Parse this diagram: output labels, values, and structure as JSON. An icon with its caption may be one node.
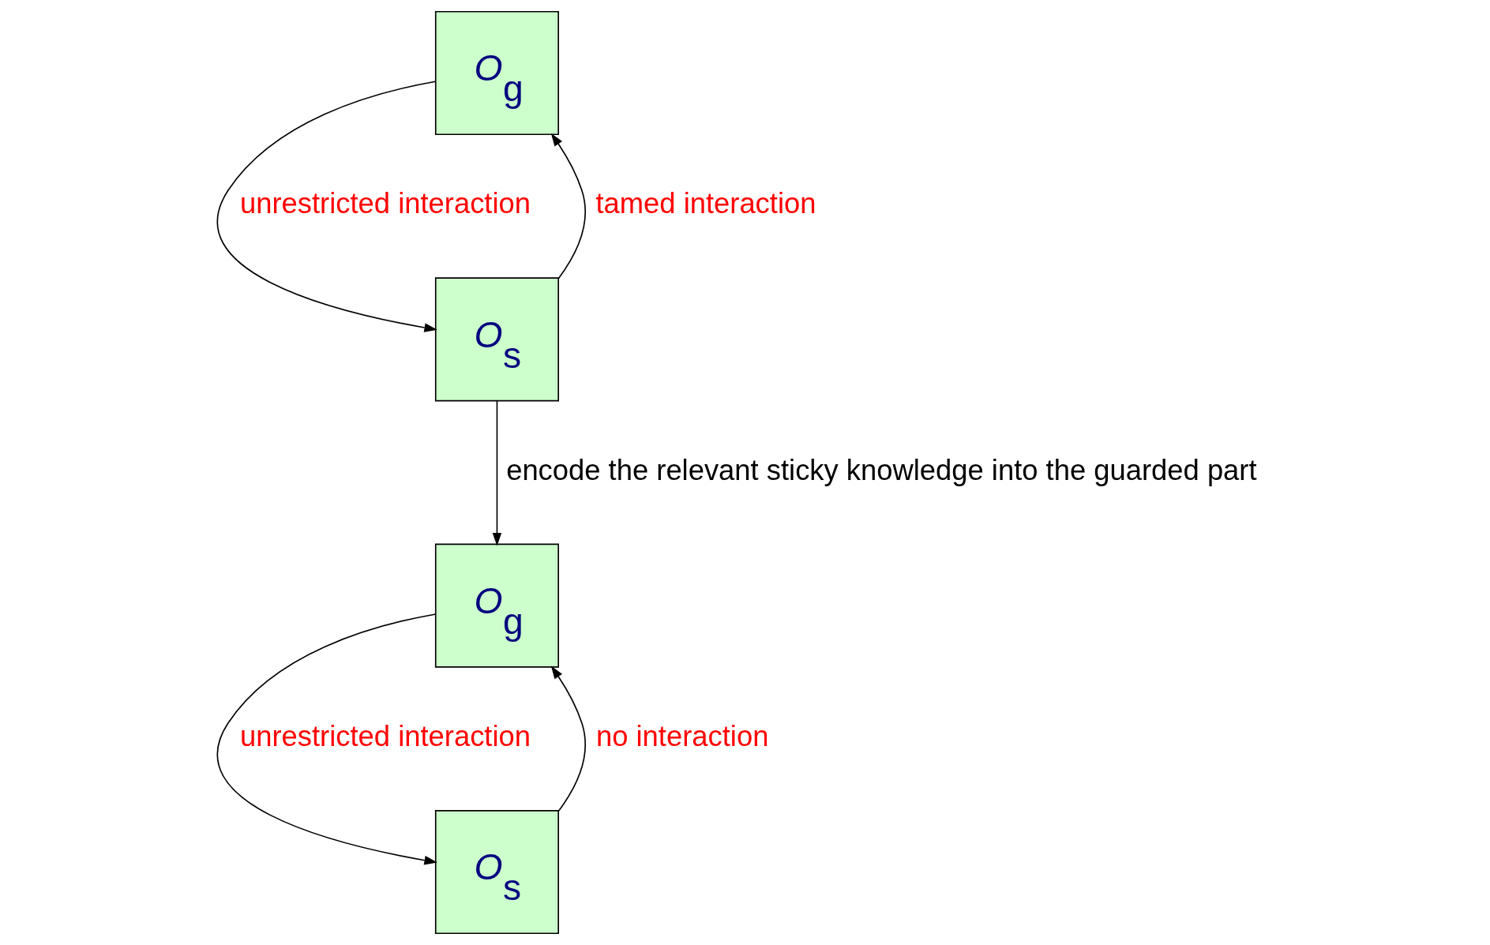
{
  "diagram": {
    "nodes": [
      {
        "text": [
          "*O*$_{g}$"
        ]
      },
      {
        "text": [
          "*O*$_{s}$"
        ]
      },
      {
        "text": [
          "*O*$_{g}$"
        ]
      },
      {
        "text": [
          "*O*$_{s}$"
        ]
      }
    ],
    "edges": [
      {
        "from": 0,
        "to": 1,
        "arrow": "to",
        "label": "unrestricted interaction"
      },
      {
        "from": 1,
        "to": 0,
        "arrow": "to",
        "label": "tamed interaction"
      },
      {
        "from": 1,
        "to": 2,
        "arrow": "to",
        "label": "encode the relevant sticky knowledge into the guarded part"
      },
      {
        "from": 2,
        "to": 3,
        "arrow": "to",
        "label": "unrestricted interaction"
      },
      {
        "from": 3,
        "to": 2,
        "arrow": "to",
        "label": "no interaction"
      }
    ]
  }
}
